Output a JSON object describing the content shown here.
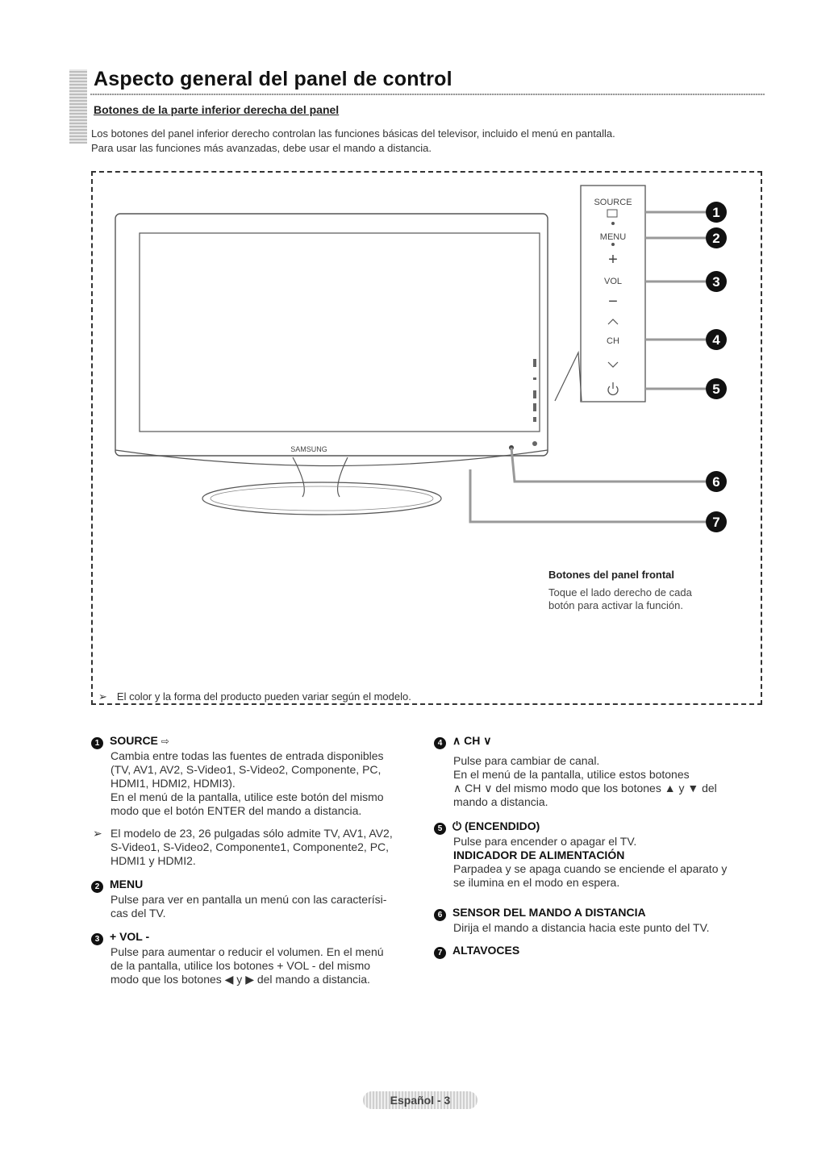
{
  "title": "Aspecto general del panel de control",
  "subtitle": "Botones de la parte inferior derecha del panel",
  "intro": [
    "Los botones del panel inferior derecho controlan las funciones básicas del televisor, incluido el menú en pantalla.",
    "Para usar las funciones más avanzadas, debe usar el mando a distancia."
  ],
  "diagram": {
    "brand": "SAMSUNG",
    "panel_labels": [
      "SOURCE",
      "MENU",
      "+",
      "VOL",
      "−",
      "CH"
    ],
    "callouts": [
      "1",
      "2",
      "3",
      "4",
      "5",
      "6",
      "7"
    ],
    "front_panel_title": "Botones del panel frontal",
    "front_panel_desc": [
      "Toque el lado derecho de cada",
      "botón para activar la función."
    ],
    "note": "El color y la forma del producto pueden variar según el modelo."
  },
  "items_left": [
    {
      "num": "1",
      "head": "SOURCE",
      "body": [
        "Cambia entre todas las fuentes de entrada disponibles",
        "(TV, AV1, AV2, S-Video1, S-Video2, Componente, PC,",
        "HDMI1, HDMI2, HDMI3).",
        "En el menú de la pantalla, utilice este botón del mismo",
        "modo que el botón ENTER del mando a distancia."
      ],
      "note": [
        "El modelo de 23, 26 pulgadas sólo admite TV, AV1, AV2,",
        "S-Video1, S-Video2, Componente1, Componente2, PC,",
        "HDMI1 y HDMI2."
      ]
    },
    {
      "num": "2",
      "head": "MENU",
      "body": [
        "Pulse para ver en pantalla un menú con las caracterísi-",
        "cas del TV."
      ]
    },
    {
      "num": "3",
      "head": "+ VOL -",
      "body": [
        "Pulse para aumentar o reducir el volumen. En el menú",
        "de la pantalla, utilice los botones + VOL - del mismo",
        "modo que los botones ◀ y ▶ del mando a distancia."
      ]
    }
  ],
  "items_right": [
    {
      "num": "4",
      "head": "∧ CH ∨",
      "body": [
        "Pulse para cambiar de canal.",
        "En el menú de la pantalla, utilice estos botones",
        "∧ CH ∨ del mismo modo que los botones ▲ y ▼ del",
        "mando a distancia."
      ]
    },
    {
      "num": "5",
      "head": "⏻ (ENCENDIDO)",
      "body": [
        "Pulse para encender o apagar el TV."
      ],
      "subhead": "INDICADOR DE ALIMENTACIÓN",
      "body2": [
        "Parpadea y se apaga cuando se enciende el aparato y",
        "se ilumina en el modo en espera."
      ]
    },
    {
      "num": "6",
      "head": "SENSOR DEL MANDO A DISTANCIA",
      "body": [
        "Dirija el mando a distancia hacia este punto del TV."
      ]
    },
    {
      "num": "7",
      "head": "ALTAVOCES",
      "body": []
    }
  ],
  "footer": "Español - 3"
}
